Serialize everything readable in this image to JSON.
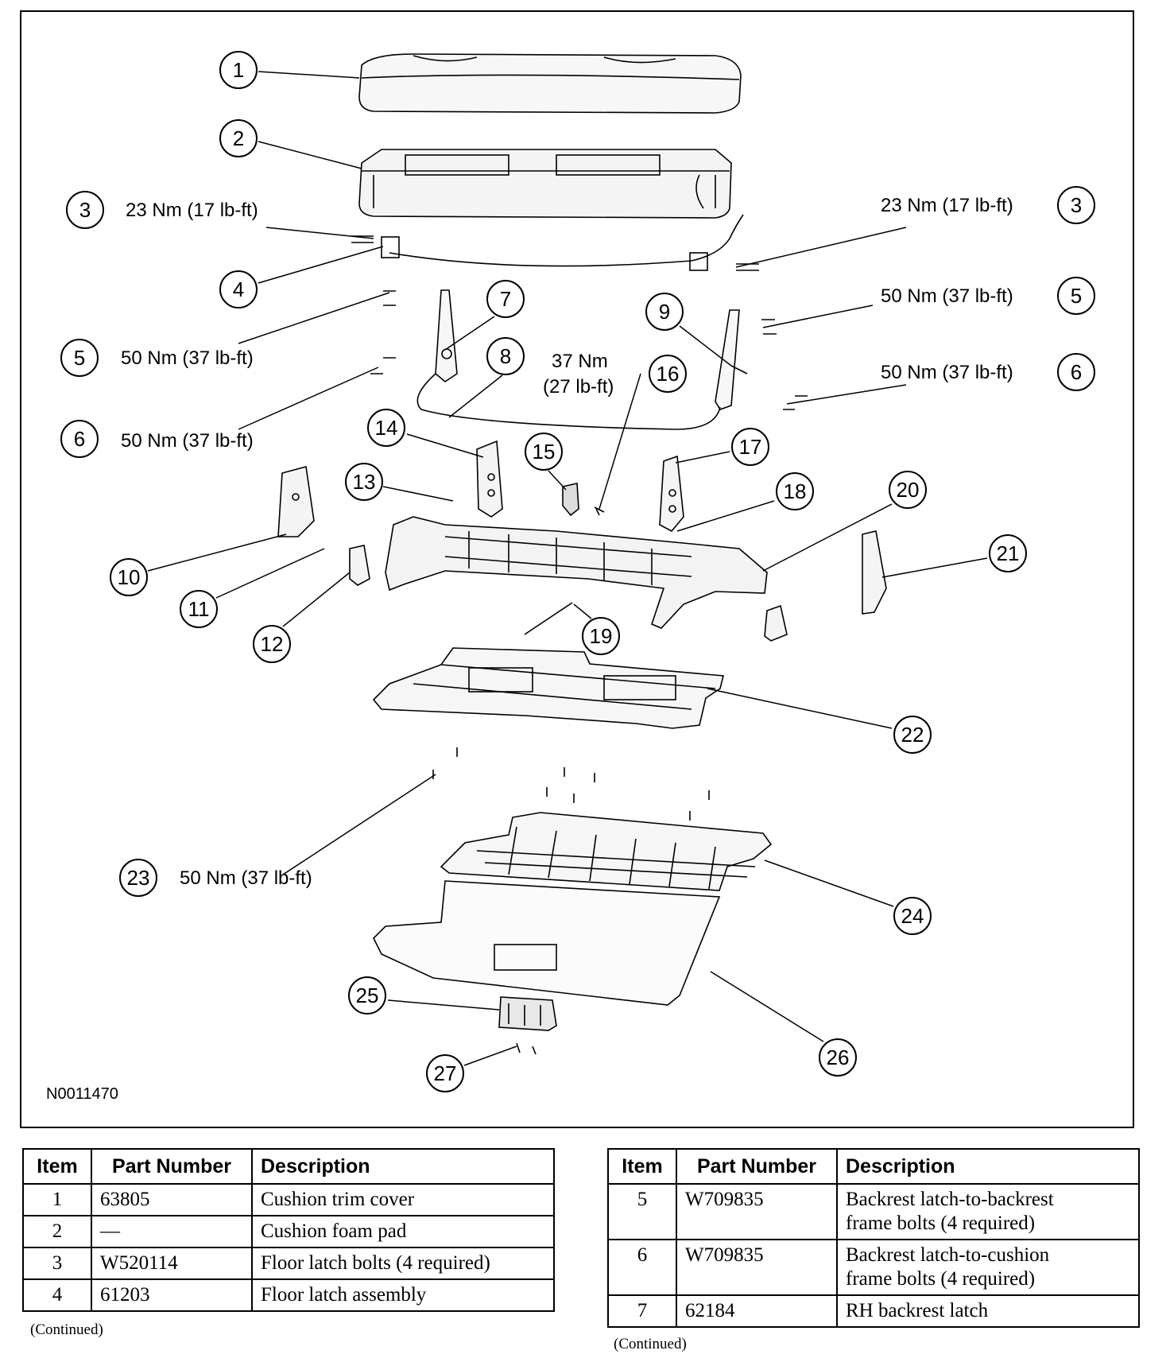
{
  "drawing_id": "N0011470",
  "callouts": [
    {
      "num": "1"
    },
    {
      "num": "2"
    },
    {
      "num": "3"
    },
    {
      "num": "3"
    },
    {
      "num": "4"
    },
    {
      "num": "5"
    },
    {
      "num": "5"
    },
    {
      "num": "6"
    },
    {
      "num": "6"
    },
    {
      "num": "7"
    },
    {
      "num": "8"
    },
    {
      "num": "9"
    },
    {
      "num": "10"
    },
    {
      "num": "11"
    },
    {
      "num": "12"
    },
    {
      "num": "13"
    },
    {
      "num": "14"
    },
    {
      "num": "15"
    },
    {
      "num": "16"
    },
    {
      "num": "17"
    },
    {
      "num": "18"
    },
    {
      "num": "19"
    },
    {
      "num": "20"
    },
    {
      "num": "21"
    },
    {
      "num": "22"
    },
    {
      "num": "23"
    },
    {
      "num": "24"
    },
    {
      "num": "25"
    },
    {
      "num": "26"
    },
    {
      "num": "27"
    }
  ],
  "torque_labels": {
    "item3_left": "23 Nm (17 lb-ft)",
    "item3_right": "23 Nm (17 lb-ft)",
    "item5_left": "50 Nm (37 lb-ft)",
    "item5_right": "50 Nm (37 lb-ft)",
    "item6_left": "50 Nm (37 lb-ft)",
    "item6_right": "50 Nm (37 lb-ft)",
    "item16_line1": "37 Nm",
    "item16_line2": "(27 lb-ft)",
    "item23": "50 Nm (37 lb-ft)"
  },
  "table_headers": {
    "item": "Item",
    "part_number": "Part Number",
    "description": "Description"
  },
  "table_left": {
    "rows": [
      {
        "item": "1",
        "part": "63805",
        "desc": [
          "Cushion trim cover"
        ]
      },
      {
        "item": "2",
        "part": "—",
        "desc": [
          "Cushion foam pad"
        ]
      },
      {
        "item": "3",
        "part": "W520114",
        "desc": [
          "Floor latch bolts (4 required)"
        ]
      },
      {
        "item": "4",
        "part": "61203",
        "desc": [
          "Floor latch assembly"
        ]
      }
    ],
    "continued": "(Continued)"
  },
  "table_right": {
    "rows": [
      {
        "item": "5",
        "part": "W709835",
        "desc": [
          "Backrest latch-to-backrest",
          "frame bolts (4 required)"
        ]
      },
      {
        "item": "6",
        "part": "W709835",
        "desc": [
          "Backrest latch-to-cushion",
          "frame bolts (4 required)"
        ]
      },
      {
        "item": "7",
        "part": "62184",
        "desc": [
          "RH backrest latch"
        ]
      }
    ],
    "continued": "(Continued)"
  }
}
